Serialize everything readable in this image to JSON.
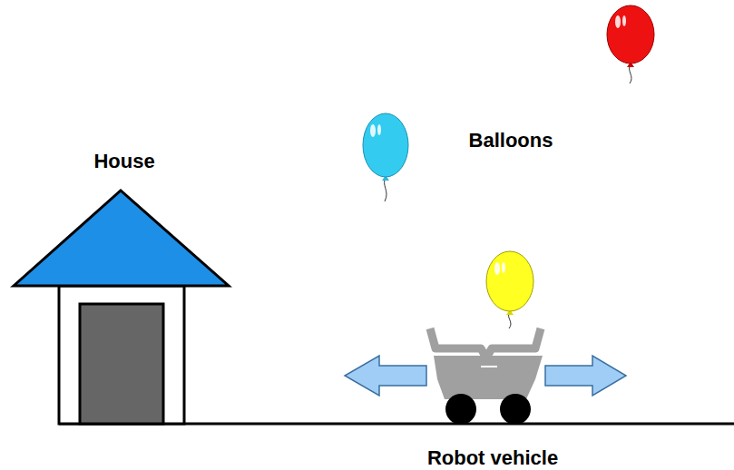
{
  "diagram": {
    "labels": [
      "House",
      "Balloons",
      "Robot vehicle"
    ]
  }
}
